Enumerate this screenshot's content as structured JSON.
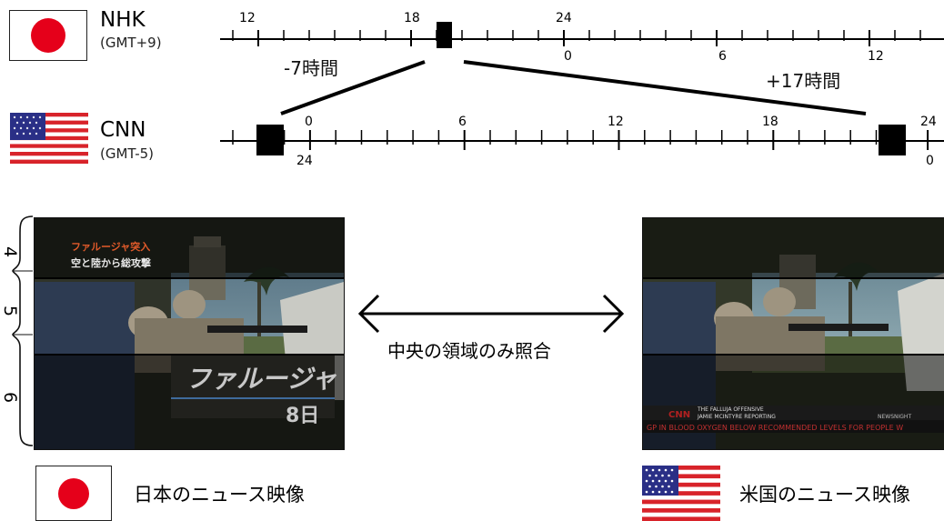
{
  "nhk": {
    "name": "NHK",
    "gmt": "(GMT+9)"
  },
  "cnn": {
    "name": "CNN",
    "gmt": "(GMT-5)"
  },
  "offsets": {
    "minus": "-7時間",
    "plus": "+17時間"
  },
  "nhk_ticks": [
    "12",
    "18",
    "24",
    "0",
    "6",
    "12"
  ],
  "cnn_ticks_top": [
    "0",
    "6",
    "12",
    "18",
    "24"
  ],
  "cnn_ticks_bottom": [
    "24",
    "0"
  ],
  "hours_side": [
    "4",
    "5",
    "6"
  ],
  "match_label": "中央の領域のみ照合",
  "jp_still": {
    "line1": "ファルージャ突入",
    "line2": "空と陸から総攻撃",
    "title": "ファルージャ",
    "day": "8日"
  },
  "us_still": {
    "logo": "CNN",
    "line1": "THE FALLUJA OFFENSIVE",
    "line2": "JAMIE MCINTYRE REPORTING",
    "tag": "NEWSNIGHT",
    "ticker": "GP IN BLOOD OXYGEN BELOW RECOMMENDED LEVELS FOR PEOPLE W"
  },
  "captions": {
    "jp": "日本のニュース映像",
    "us": "米国のニュース映像"
  },
  "colors": {
    "jp_red": "#e5001a",
    "us_red": "#d8232a",
    "us_blue": "#2a2f86"
  }
}
